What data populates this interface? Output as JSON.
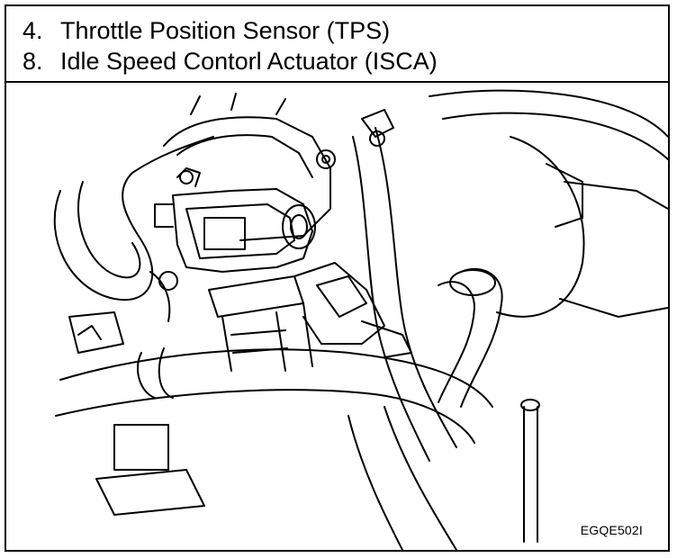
{
  "legend": [
    {
      "number": "4.",
      "label": "Throttle Position Sensor (TPS)"
    },
    {
      "number": "8.",
      "label": "Idle Speed Contorl Actuator (ISCA)"
    }
  ],
  "figure_code": "EGQE502I"
}
